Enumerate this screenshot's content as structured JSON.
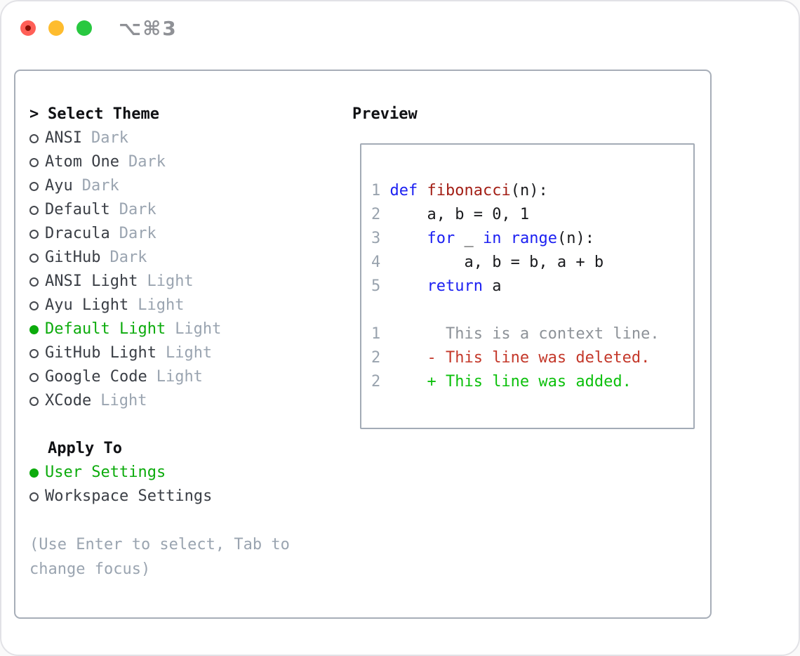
{
  "window": {
    "shortcut_label": "⌥⌘3"
  },
  "colors": {
    "accent_green": "#0cab0c",
    "added_green": "#0cc00c",
    "deleted_red": "#c4382a",
    "keyword_blue": "#1c20f2",
    "function_red": "#a31f16",
    "muted_gray": "#9aa4b0",
    "context_gray": "#8d9298",
    "gutter_gray": "#99a3ae",
    "traffic_red": "#ff5f57",
    "traffic_yellow": "#febc2e",
    "traffic_green": "#28c840"
  },
  "theme_picker": {
    "prompt": ">",
    "title": "Select Theme",
    "items": [
      {
        "name": "ANSI",
        "tag": "Dark",
        "selected": false
      },
      {
        "name": "Atom One",
        "tag": "Dark",
        "selected": false
      },
      {
        "name": "Ayu",
        "tag": "Dark",
        "selected": false
      },
      {
        "name": "Default",
        "tag": "Dark",
        "selected": false
      },
      {
        "name": "Dracula",
        "tag": "Dark",
        "selected": false
      },
      {
        "name": "GitHub",
        "tag": "Dark",
        "selected": false
      },
      {
        "name": "ANSI Light",
        "tag": "Light",
        "selected": false
      },
      {
        "name": "Ayu Light",
        "tag": "Light",
        "selected": false
      },
      {
        "name": "Default Light",
        "tag": "Light",
        "selected": true
      },
      {
        "name": "GitHub Light",
        "tag": "Light",
        "selected": false
      },
      {
        "name": "Google Code",
        "tag": "Light",
        "selected": false
      },
      {
        "name": "XCode",
        "tag": "Light",
        "selected": false
      }
    ]
  },
  "apply_to": {
    "title": "Apply To",
    "options": [
      {
        "label": "User Settings",
        "selected": true
      },
      {
        "label": "Workspace Settings",
        "selected": false
      }
    ]
  },
  "help_text": "(Use Enter to select, Tab to change focus)",
  "preview": {
    "title": "Preview",
    "code_lines": [
      {
        "segments": [
          {
            "text": "1 ",
            "type": "gutter"
          },
          {
            "text": "def ",
            "type": "keyword"
          },
          {
            "text": "fibonacci",
            "type": "function"
          },
          {
            "text": "(n):",
            "type": "plain"
          }
        ]
      },
      {
        "segments": [
          {
            "text": "2",
            "type": "gutter"
          },
          {
            "text": "     a, b = 0, 1",
            "type": "plain"
          }
        ]
      },
      {
        "segments": [
          {
            "text": "3",
            "type": "gutter"
          },
          {
            "text": "     ",
            "type": "plain"
          },
          {
            "text": "for",
            "type": "keyword"
          },
          {
            "text": " _ ",
            "type": "plain"
          },
          {
            "text": "in",
            "type": "keyword"
          },
          {
            "text": " ",
            "type": "plain"
          },
          {
            "text": "range",
            "type": "keyword"
          },
          {
            "text": "(n):",
            "type": "plain"
          }
        ]
      },
      {
        "segments": [
          {
            "text": "4",
            "type": "gutter"
          },
          {
            "text": "         a, b = b, a + b",
            "type": "plain"
          }
        ]
      },
      {
        "segments": [
          {
            "text": "5",
            "type": "gutter"
          },
          {
            "text": "     ",
            "type": "plain"
          },
          {
            "text": "return",
            "type": "keyword"
          },
          {
            "text": " a",
            "type": "plain"
          }
        ]
      },
      {
        "segments": []
      },
      {
        "segments": [
          {
            "text": "1",
            "type": "gutter"
          },
          {
            "text": "       This is a context line.",
            "type": "context"
          }
        ]
      },
      {
        "segments": [
          {
            "text": "2",
            "type": "gutter"
          },
          {
            "text": "     - This line was deleted.",
            "type": "deleted"
          }
        ]
      },
      {
        "segments": [
          {
            "text": "2",
            "type": "gutter"
          },
          {
            "text": "     + This line was added.",
            "type": "added"
          }
        ]
      }
    ]
  }
}
